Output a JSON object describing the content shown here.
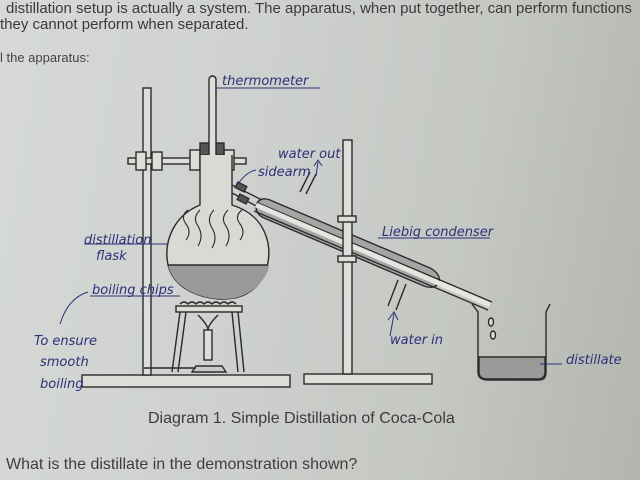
{
  "document": {
    "intro_line_1": "distillation setup is actually a system. The apparatus, when put together, can perform functions",
    "intro_line_2": "they cannot perform when separated.",
    "task_label": "l the apparatus:",
    "caption": "Diagram 1. Simple Distillation of Coca-Cola",
    "question": "What is the distillate in the demonstration shown?"
  },
  "diagram": {
    "parts": [
      "retort stand",
      "clamp",
      "thermometer",
      "stopper",
      "distillation flask",
      "side arm",
      "Liebig condenser",
      "tripod",
      "wire gauze",
      "bunsen burner",
      "beaker",
      "distillate"
    ],
    "colors": {
      "ink_line": "#2a2a2a",
      "handwriting": "#2f2f7a",
      "liquid_fill": "#9a9a98",
      "paper": "#d2d5d1"
    }
  },
  "handwritten_labels": {
    "thermometer": "thermometer",
    "water_out": "water out",
    "side_arm": "sidearm",
    "distillation_flask_1": "distillation",
    "distillation_flask_2": "flask",
    "boiling_chips": "boiling chips",
    "note_1": "To ensure",
    "note_2": "smooth",
    "note_3": "boiling",
    "liebig_condenser": "Liebig condenser",
    "water_in": "water in",
    "distillate": "distillate"
  }
}
